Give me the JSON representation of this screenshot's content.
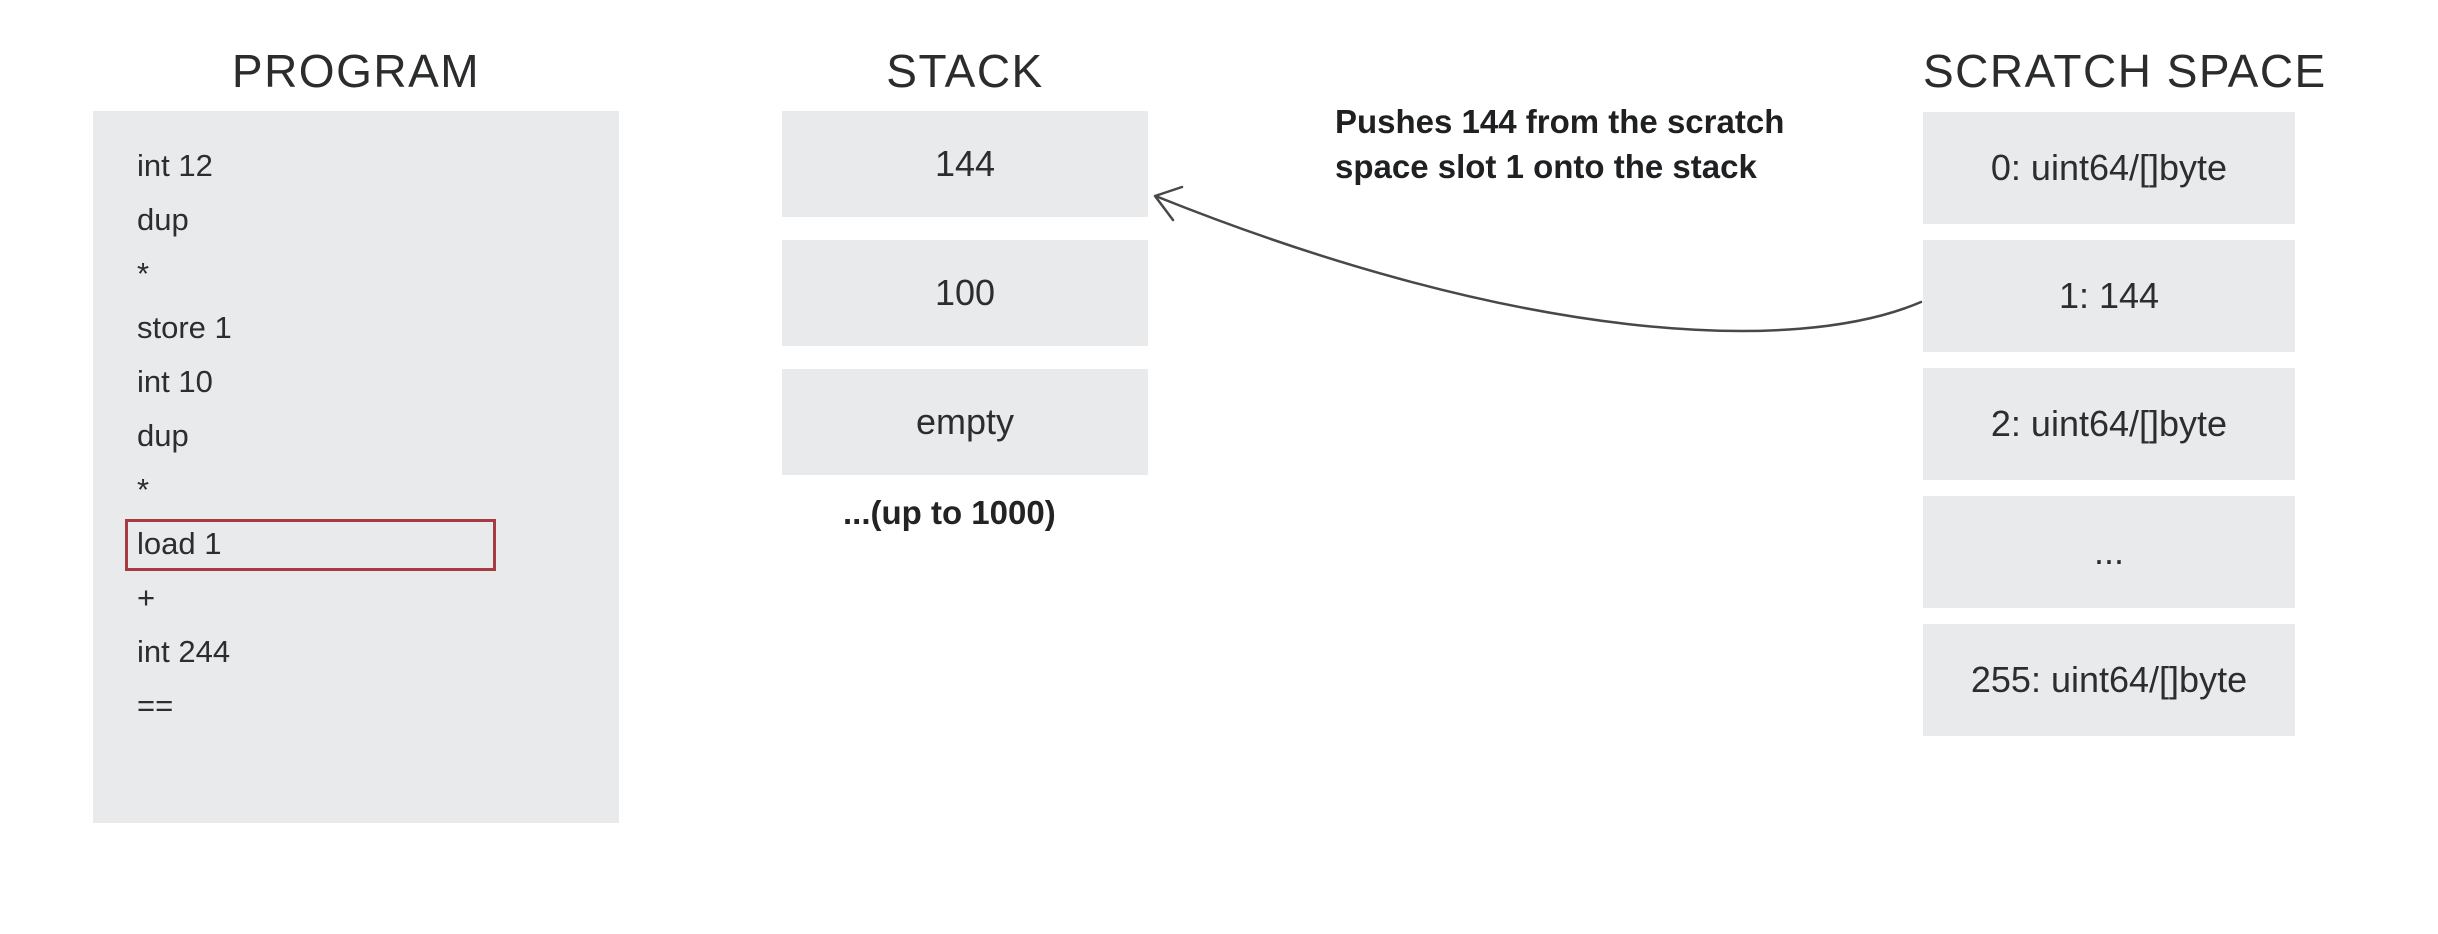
{
  "program": {
    "title": "PROGRAM",
    "instructions": [
      "int 12",
      "dup",
      "*",
      "store 1",
      "int 10",
      "dup",
      "*",
      "load 1",
      "+",
      "int 244",
      "=="
    ],
    "highlighted_instruction": "load 1",
    "highlighted_index": 7
  },
  "stack": {
    "title": "STACK",
    "slots": [
      "144",
      "100",
      "empty"
    ],
    "capacity_note": "...(up to 1000)"
  },
  "scratch": {
    "title": "SCRATCH SPACE",
    "slots": [
      "0: uint64/[]byte",
      "1: 144",
      "2: uint64/[]byte",
      "...",
      "255: uint64/[]byte"
    ]
  },
  "annotation": {
    "line1": "Pushes 144 from the scratch",
    "line2": "space slot 1 onto the stack"
  },
  "colors": {
    "panel_bg": "#e9eaeb",
    "highlight_border": "#a63b41",
    "text": "#2b2d30",
    "title_text": "#2b2c2e",
    "arrow": "#46484a",
    "background": "#ffffff"
  }
}
